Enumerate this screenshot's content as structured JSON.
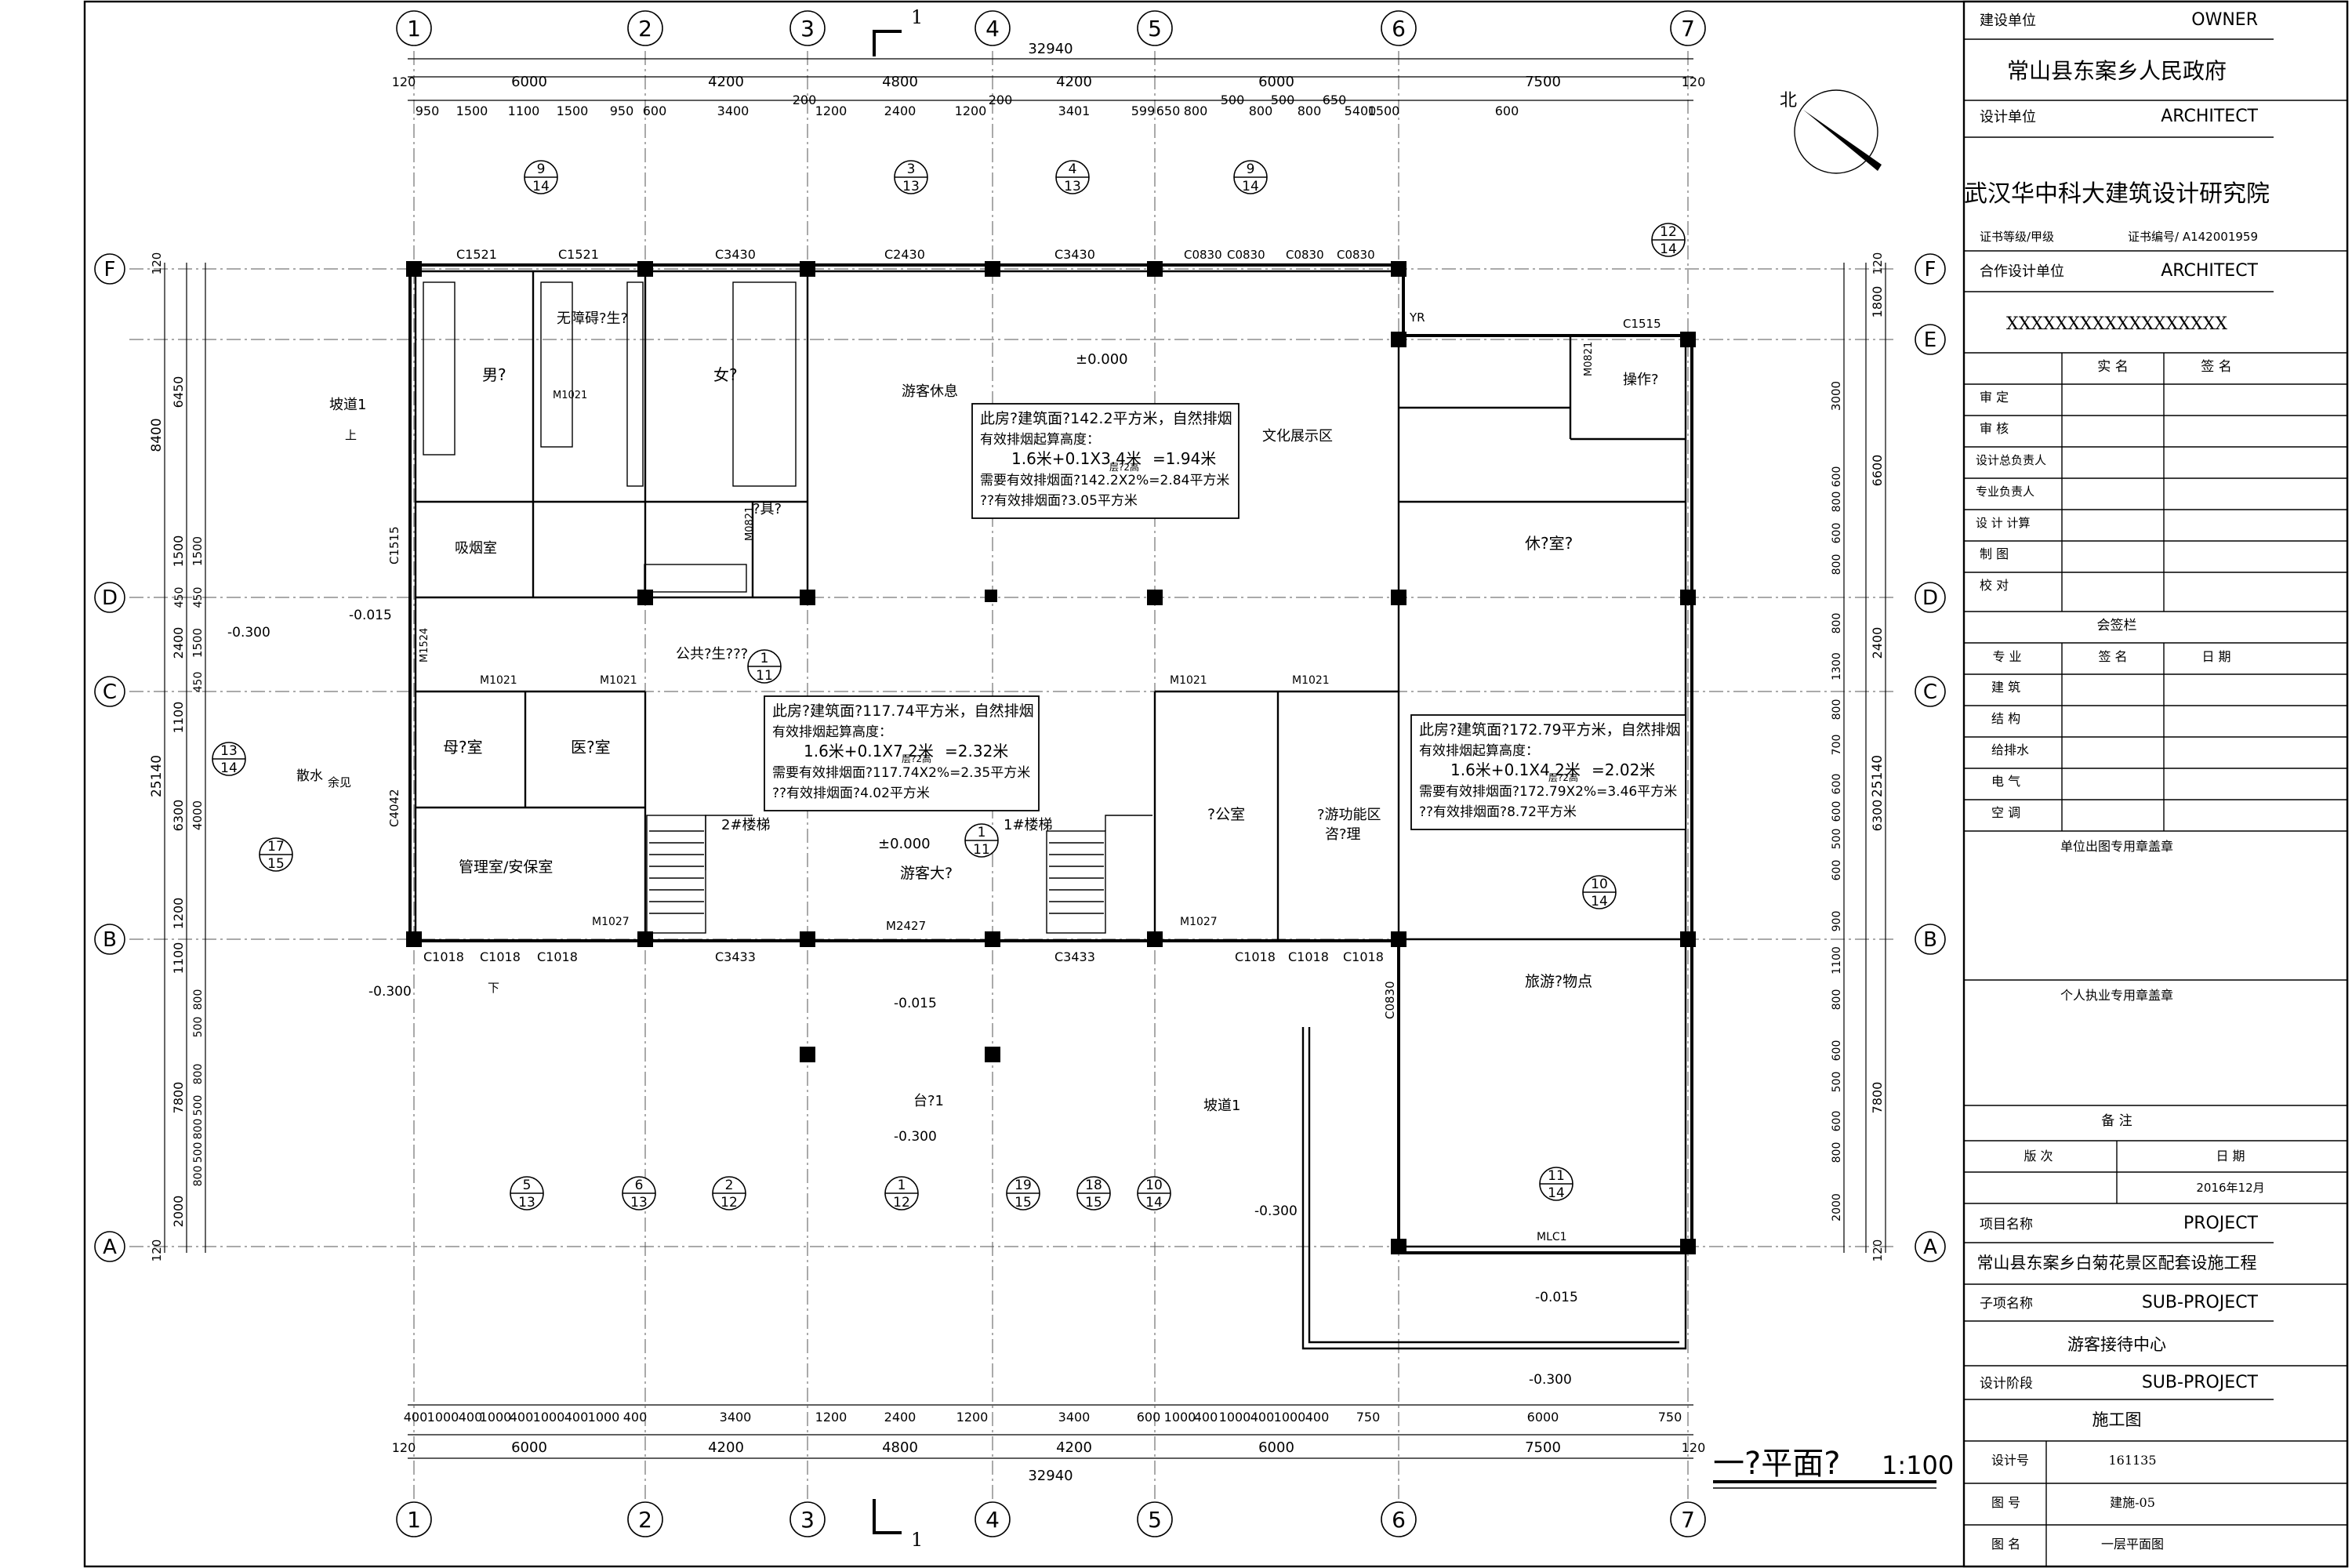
{
  "grid": {
    "vertical": [
      "1",
      "2",
      "3",
      "4",
      "5",
      "6",
      "7"
    ],
    "horizontal": [
      "F",
      "E",
      "D",
      "C",
      "B",
      "A"
    ]
  },
  "dims": {
    "overall": "32940",
    "top_bays": [
      "6000",
      "4200",
      "4800",
      "4200",
      "6000",
      "7500"
    ],
    "top_edge": "120",
    "top_detail": [
      "950",
      "1500",
      "1100",
      "1500",
      "950",
      "600",
      "3400",
      "200",
      "1200",
      "2400",
      "1200",
      "200",
      "3401",
      "599",
      "650",
      "800",
      "500",
      "800",
      "500",
      "800",
      "650",
      "5400",
      "1500",
      "600"
    ],
    "bottom_detail": [
      "400",
      "1000",
      "400",
      "1000",
      "400",
      "1000",
      "400",
      "1000",
      "400",
      "3400",
      "1200",
      "2400",
      "1200",
      "3400",
      "600",
      "1000",
      "400",
      "1000",
      "400",
      "1000",
      "400",
      "750",
      "6000",
      "750"
    ],
    "left_outer": [
      "120",
      "8400",
      "25140",
      "120"
    ],
    "left_inner": [
      "6450",
      "1500",
      "450",
      "2400",
      "1100",
      "6300",
      "1200",
      "1100",
      "7800",
      "2000"
    ],
    "left_fine": [
      "1500",
      "450",
      "1500",
      "450",
      "4000",
      "800",
      "500",
      "800",
      "500",
      "800",
      "500",
      "800"
    ],
    "right_outer": [
      "120",
      "1800",
      "6600",
      "2400",
      "25140",
      "6300",
      "7800",
      "120"
    ],
    "right_fine": [
      "3000",
      "600",
      "800",
      "600",
      "800",
      "800",
      "1300",
      "800",
      "700",
      "600",
      "600",
      "500",
      "600",
      "900",
      "1100",
      "800",
      "600",
      "500",
      "600",
      "800",
      "2000"
    ]
  },
  "doors_windows": {
    "top": [
      "C1521",
      "C1521",
      "C3430",
      "C2430",
      "C3430",
      "C0830",
      "C0830",
      "C0830",
      "C0830"
    ],
    "lower": [
      "C1018",
      "C1018",
      "C1018",
      "C3433",
      "M2427",
      "C3433",
      "C1018",
      "C1018",
      "C1018"
    ],
    "doors": [
      "M1021",
      "M1021",
      "M1021",
      "M1021",
      "M1021",
      "M1027",
      "M1027",
      "M0821",
      "M0821",
      "M1524"
    ],
    "side": [
      "C1515",
      "C1515",
      "C4042",
      "C0830",
      "MLC1",
      "YR"
    ]
  },
  "rooms": {
    "men_toilet": "男?",
    "women_toilet": "女?",
    "accessible": "无障碍?生?",
    "smoking": "吸烟室",
    "tool": "?具?",
    "public": "公共?生???",
    "rest": "游客休息",
    "culture": "文化展示区",
    "lounge": "休?室?",
    "mother": "母?室",
    "medical": "医?室",
    "management": "管理室/安保室",
    "office": "?公室",
    "multi": "?游功能区",
    "multi2": "咨?理",
    "hall": "游客大?",
    "shop": "旅游?物点",
    "operation": "操作?",
    "stair1": "2#楼梯",
    "stair2": "1#楼梯",
    "ramp": "坡道1",
    "ramp2": "坡道1",
    "platform": "台?1",
    "apron": "散水",
    "apron2": "余见",
    "up": "上",
    "down": "下"
  },
  "levels": {
    "floor": "±0.000",
    "minus015": "-0.015",
    "minus300": "-0.300"
  },
  "notes": [
    {
      "lines": [
        "此房?建筑面?142.2平方米，自然排烟",
        "有效排烟起算高度：",
        "1.6米+0.1X3.4米",
        "=1.94米",
        "需要有效排烟面?142.2X2%=2.84平方米",
        "??有效排烟面?3.05平方米"
      ],
      "tag": "层?2高"
    },
    {
      "lines": [
        "此房?建筑面?117.74平方米，自然排烟",
        "有效排烟起算高度：",
        "1.6米+0.1X7.2米",
        "=2.32米",
        "需要有效排烟面?117.74X2%=2.35平方米",
        "??有效排烟面?4.02平方米"
      ],
      "tag": "层?2高"
    },
    {
      "lines": [
        "此房?建筑面?172.79平方米，自然排烟",
        "有效排烟起算高度：",
        "1.6米+0.1X4.2米",
        "=2.02米",
        "需要有效排烟面?172.79X2%=3.46平方米",
        "??有效排烟面?8.72平方米"
      ],
      "tag": "层?2高"
    }
  ],
  "callouts": [
    {
      "top": "9",
      "bot": "14"
    },
    {
      "top": "3",
      "bot": "13"
    },
    {
      "top": "4",
      "bot": "13"
    },
    {
      "top": "9",
      "bot": "14"
    },
    {
      "top": "12",
      "bot": "14"
    },
    {
      "top": "13",
      "bot": "14"
    },
    {
      "top": "17",
      "bot": "15"
    },
    {
      "top": "1",
      "bot": "11"
    },
    {
      "top": "1",
      "bot": "11"
    },
    {
      "top": "10",
      "bot": "14"
    },
    {
      "top": "5",
      "bot": "13"
    },
    {
      "top": "6",
      "bot": "13"
    },
    {
      "top": "2",
      "bot": "12"
    },
    {
      "top": "1",
      "bot": "12"
    },
    {
      "top": "19",
      "bot": "15"
    },
    {
      "top": "18",
      "bot": "15"
    },
    {
      "top": "10",
      "bot": "14"
    },
    {
      "top": "11",
      "bot": "14"
    }
  ],
  "section_mark": "1",
  "north_label": "北",
  "plan_title": "一?平面?",
  "plan_scale": "1:100",
  "title_block": {
    "owner_label": "建设单位",
    "owner_en": "OWNER",
    "owner": "常山县东案乡人民政府",
    "designer_label": "设计单位",
    "designer_en": "ARCHITECT",
    "designer": "武汉华中科大建筑设计研究院",
    "cert_grade": "证书等级/甲级",
    "cert_no": "证书编号/ A142001959",
    "partner_label": "合作设计单位",
    "partner_en": "ARCHITECT",
    "partner": "XXXXXXXXXXXXXXXXXX",
    "col_name": "实 名",
    "col_sign": "签 名",
    "roles": [
      "审 定",
      "审 核",
      "设计总负责人",
      "专业负责人",
      "设 计 计算",
      "制 图",
      "校 对"
    ],
    "countersign": "会签栏",
    "cs_cols": [
      "专 业",
      "签 名",
      "日 期"
    ],
    "disciplines": [
      "建 筑",
      "结 构",
      "给排水",
      "电 气",
      "空 调"
    ],
    "stamp1": "单位出图专用章盖章",
    "stamp2": "个人执业专用章盖章",
    "remarks": "备 注",
    "version_label": "版 次",
    "date_label": "日 期",
    "date": "2016年12月",
    "project_label": "项目名称",
    "project_en": "PROJECT",
    "project": "常山县东案乡白菊花景区配套设施工程",
    "sub_label": "子项名称",
    "sub_en": "SUB-PROJECT",
    "sub": "游客接待中心",
    "stage_label": "设计阶段",
    "stage_en": "SUB-PROJECT",
    "stage": "施工图",
    "no_label": "设计号",
    "no": "161135",
    "drawing_label": "图 号",
    "drawing_no": "建施-05",
    "name_label": "图 名",
    "name": "一层平面图"
  }
}
